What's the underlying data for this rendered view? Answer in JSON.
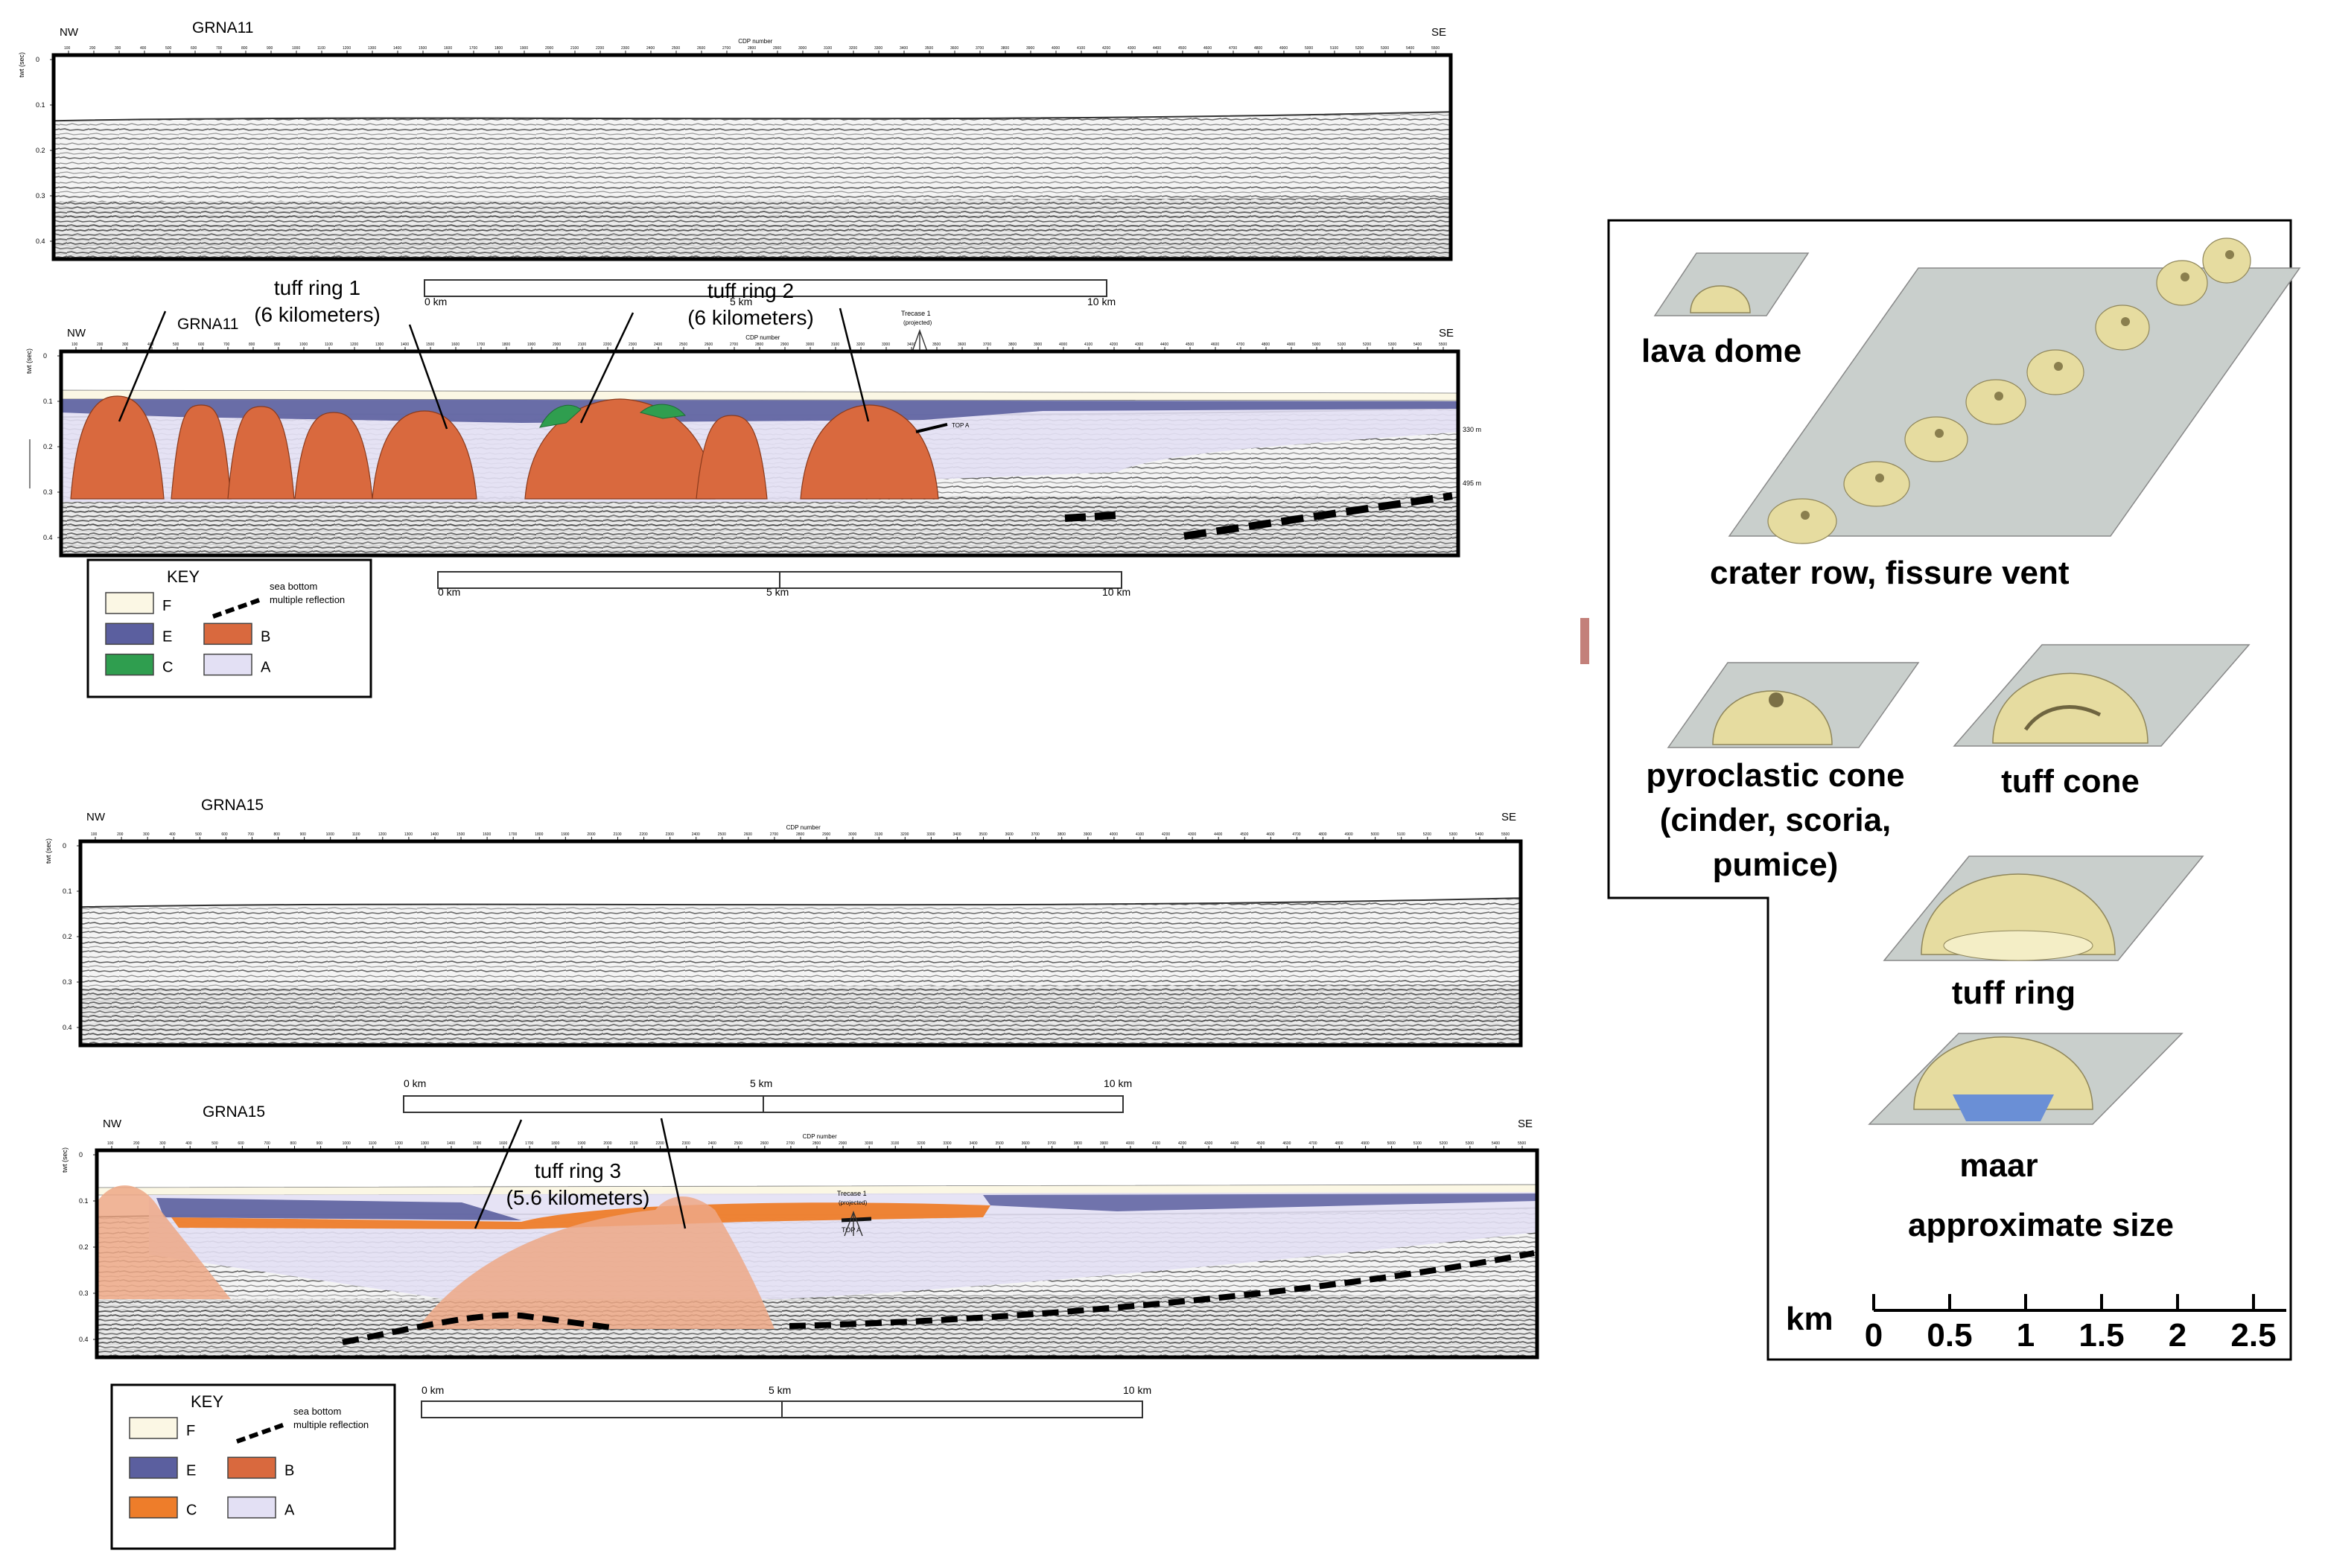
{
  "colors": {
    "F": "#fbf7e4",
    "E": "#5b5f9f",
    "C_green": "#2f9e4f",
    "C_orange": "#ee7d2a",
    "B": "#d9693e",
    "B_light": "#eda886",
    "A": "#e3e0f4",
    "seismic_bg": "#f2f2f2",
    "gray_plate": "#c9cfcc",
    "volcano": "#e6dca0"
  },
  "panels": {
    "p1_raw": {
      "line_name": "GRNA11",
      "left_dir": "NW",
      "right_dir": "SE",
      "cdp_label": "CDP number",
      "y_axis_label": "twt (sec)",
      "y_ticks": [
        "0",
        "0.1",
        "0.2",
        "0.3",
        "0.4"
      ]
    },
    "p1_interp": {
      "line_name": "GRNA11",
      "left_dir": "NW",
      "right_dir": "SE",
      "cdp_label": "CDP number",
      "y_axis_label": "twt (sec)",
      "y_ticks": [
        "0",
        "0.1",
        "0.2",
        "0.3",
        "0.4"
      ],
      "well_label": "Trecase 1",
      "well_sub": "(projected)",
      "tops_label": "TOP A",
      "right_marks": [
        "330 m",
        "495 m"
      ]
    },
    "p2_raw": {
      "line_name": "GRNA15",
      "left_dir": "NW",
      "right_dir": "SE",
      "cdp_label": "CDP number",
      "y_axis_label": "twt (sec)",
      "y_ticks": [
        "0",
        "0.1",
        "0.2",
        "0.3",
        "0.4"
      ]
    },
    "p2_interp": {
      "line_name": "GRNA15",
      "left_dir": "NW",
      "right_dir": "SE",
      "cdp_label": "CDP number",
      "y_axis_label": "twt (sec)",
      "y_ticks": [
        "0",
        "0.1",
        "0.2",
        "0.3",
        "0.4"
      ],
      "well_label": "Trecase 1",
      "well_sub": "(projected)",
      "tops_label": "TOP A"
    }
  },
  "cdp_ticks": [
    "100",
    "200",
    "300",
    "400",
    "500",
    "600",
    "700",
    "800",
    "900",
    "1000",
    "1100",
    "1200",
    "1300",
    "1400",
    "1500",
    "1600",
    "1700",
    "1800",
    "1900",
    "2000",
    "2100",
    "2200",
    "2300",
    "2400",
    "2500",
    "2600",
    "2700",
    "2800",
    "2900",
    "3000",
    "3100",
    "3200",
    "3300",
    "3400",
    "3500",
    "3600",
    "3700",
    "3800",
    "3900",
    "4000",
    "4100",
    "4200",
    "4300",
    "4400",
    "4500",
    "4600",
    "4700",
    "4800",
    "4900",
    "5000",
    "5100",
    "5200",
    "5300",
    "5400",
    "5500"
  ],
  "annotations": {
    "tuff_ring_1": {
      "name": "tuff ring 1",
      "size": "(6 kilometers)"
    },
    "tuff_ring_2": {
      "name": "tuff ring 2",
      "size": "(6 kilometers)"
    },
    "tuff_ring_3": {
      "name": "tuff ring 3",
      "size": "(5.6 kilometers)"
    }
  },
  "scalebars": {
    "s1": {
      "labels": [
        "0 km",
        "5 km",
        "10 km"
      ]
    },
    "s2": {
      "labels": [
        "0 km",
        "5 km",
        "10 km"
      ]
    },
    "s3": {
      "labels": [
        "0 km",
        "5 km",
        "10 km"
      ]
    },
    "s4": {
      "labels": [
        "0 km",
        "5 km",
        "10 km"
      ]
    }
  },
  "keys": {
    "k1": {
      "title": "KEY",
      "multiple": [
        "sea bottom",
        "multiple reflection"
      ],
      "items": {
        "F": "F",
        "E": "E",
        "C": "C",
        "B": "B",
        "A": "A"
      }
    },
    "k2": {
      "title": "KEY",
      "multiple": [
        "sea bottom",
        "multiple reflection"
      ],
      "items": {
        "F": "F",
        "E": "E",
        "C": "C",
        "B": "B",
        "A": "A"
      }
    }
  },
  "volcano_legend": {
    "lava_dome": "lava dome",
    "crater_row": "crater row, fissure vent",
    "pyroclastic": [
      "pyroclastic cone",
      "(cinder, scoria,",
      "pumice)"
    ],
    "tuff_cone": "tuff cone",
    "tuff_ring": "tuff ring",
    "maar": "maar",
    "approx_size": "approximate size",
    "km_label": "km",
    "scale_ticks": [
      "0",
      "0.5",
      "1",
      "1.5",
      "2",
      "2.5"
    ]
  }
}
